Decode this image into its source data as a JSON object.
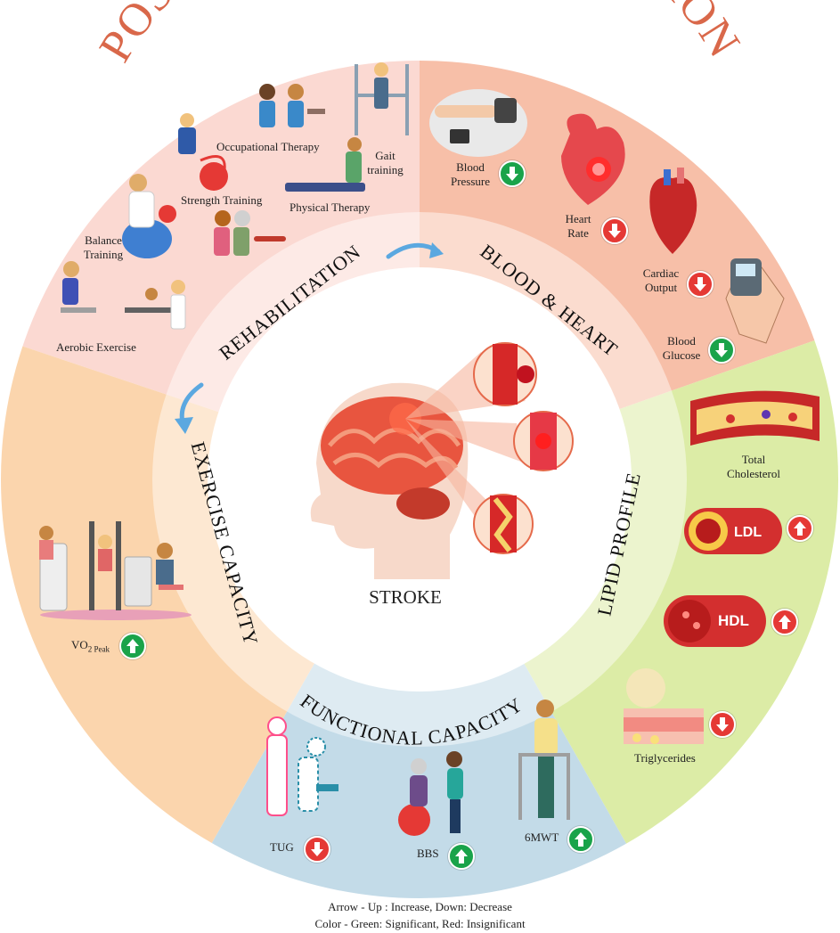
{
  "title": "POST STROKE REHABILITATION",
  "center": {
    "label": "STROKE"
  },
  "sections": {
    "rehabilitation": "REHABILITATION",
    "blood_heart": "BLOOD & HEART",
    "lipid_profile": "LIPID PROFILE",
    "functional_capacity": "FUNCTIONAL CAPACITY",
    "exercise_capacity": "EXERCISE CAPACITY"
  },
  "rehab_items": {
    "occupational": "Occupational Therapy",
    "gait_1": "Gait",
    "gait_2": "training",
    "strength": "Strength Training",
    "physical": "Physical Therapy",
    "balance_1": "Balance",
    "balance_2": "Training",
    "aerobic": "Aerobic Exercise"
  },
  "outcomes": {
    "blood_pressure": {
      "line1": "Blood",
      "line2": "Pressure",
      "direction": "down",
      "significance": "significant"
    },
    "heart_rate": {
      "line1": "Heart",
      "line2": "Rate",
      "direction": "down",
      "significance": "insignificant"
    },
    "cardiac_output": {
      "line1": "Cardiac",
      "line2": "Output",
      "direction": "down",
      "significance": "insignificant"
    },
    "blood_glucose": {
      "line1": "Blood",
      "line2": "Glucose",
      "direction": "down",
      "significance": "significant"
    },
    "total_cholesterol": {
      "line1": "Total",
      "line2": "Cholesterol"
    },
    "ldl": {
      "tag": "LDL",
      "direction": "up",
      "significance": "insignificant"
    },
    "hdl": {
      "tag": "HDL",
      "direction": "up",
      "significance": "insignificant"
    },
    "triglycerides": {
      "label": "Triglycerides",
      "direction": "down",
      "significance": "insignificant"
    },
    "tug": {
      "label": "TUG",
      "direction": "down",
      "significance": "insignificant"
    },
    "bbs": {
      "label": "BBS",
      "direction": "up",
      "significance": "significant"
    },
    "six_mwt": {
      "label": "6MWT",
      "direction": "up",
      "significance": "significant"
    },
    "vo2": {
      "main": "VO",
      "sub": "2 Peak",
      "direction": "up",
      "significance": "significant"
    }
  },
  "legend": {
    "line1": "Arrow - Up : Increase, Down: Decrease",
    "line2": "Color - Green: Significant, Red: Insignificant"
  },
  "colors": {
    "title": "#d9684a",
    "rehab_sector": "#fbd9d2",
    "blood_sector": "#f7bfa8",
    "lipid_sector": "#dceca6",
    "functional_sector": "#c3dbe8",
    "exercise_sector": "#fbd5ad",
    "significant": "#1aa34a",
    "insignificant": "#e53935"
  }
}
